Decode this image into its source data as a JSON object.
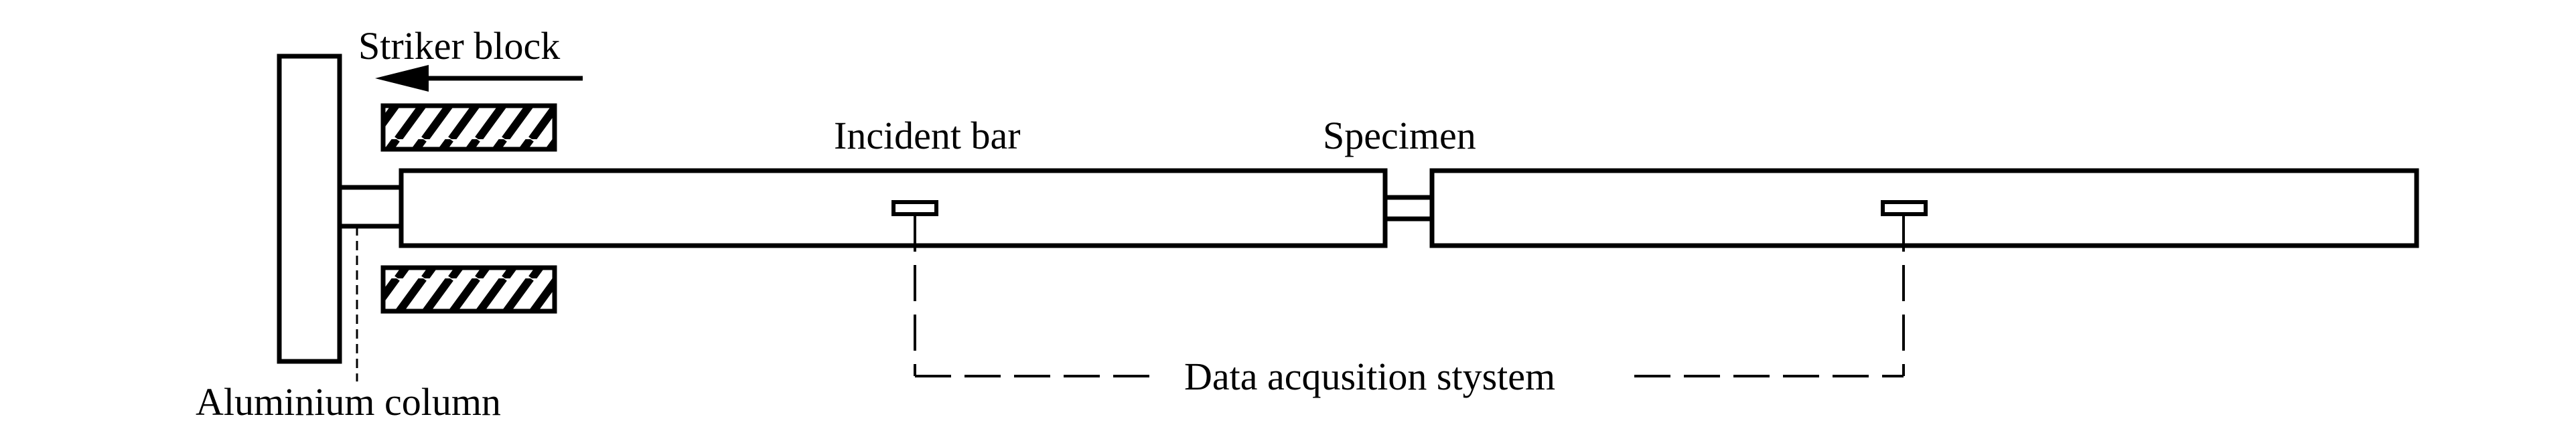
{
  "labels": {
    "striker_block": "Striker block",
    "incident_bar": "Incident bar",
    "specimen": "Specimen",
    "aluminium_column": "Aluminium column",
    "data_acquisition": "Data acqusition stystem"
  },
  "colors": {
    "stroke": "#000000",
    "background": "#ffffff"
  }
}
